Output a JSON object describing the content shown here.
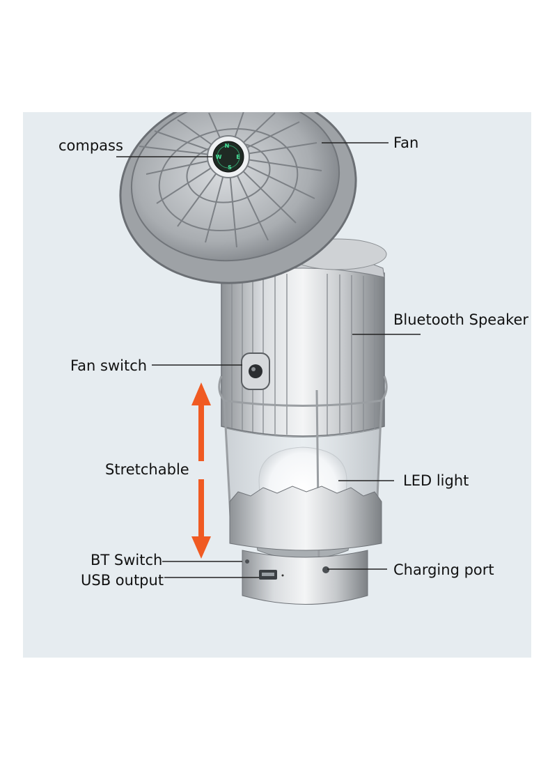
{
  "labels": {
    "compass": "compass",
    "fan": "Fan",
    "bluetooth_speaker": "Bluetooth Speaker",
    "fan_switch": "Fan switch",
    "stretchable": "Stretchable",
    "led_light": "LED light",
    "bt_switch": "BT Switch",
    "charging_port": "Charging port",
    "usb_output": "USB output"
  },
  "colors": {
    "background": "#e6ecf0",
    "arrow": "#f05a22",
    "body_silver": "#b8bcc0",
    "leader_line": "#222222"
  },
  "compass_letters": [
    "N",
    "E",
    "S",
    "W"
  ]
}
